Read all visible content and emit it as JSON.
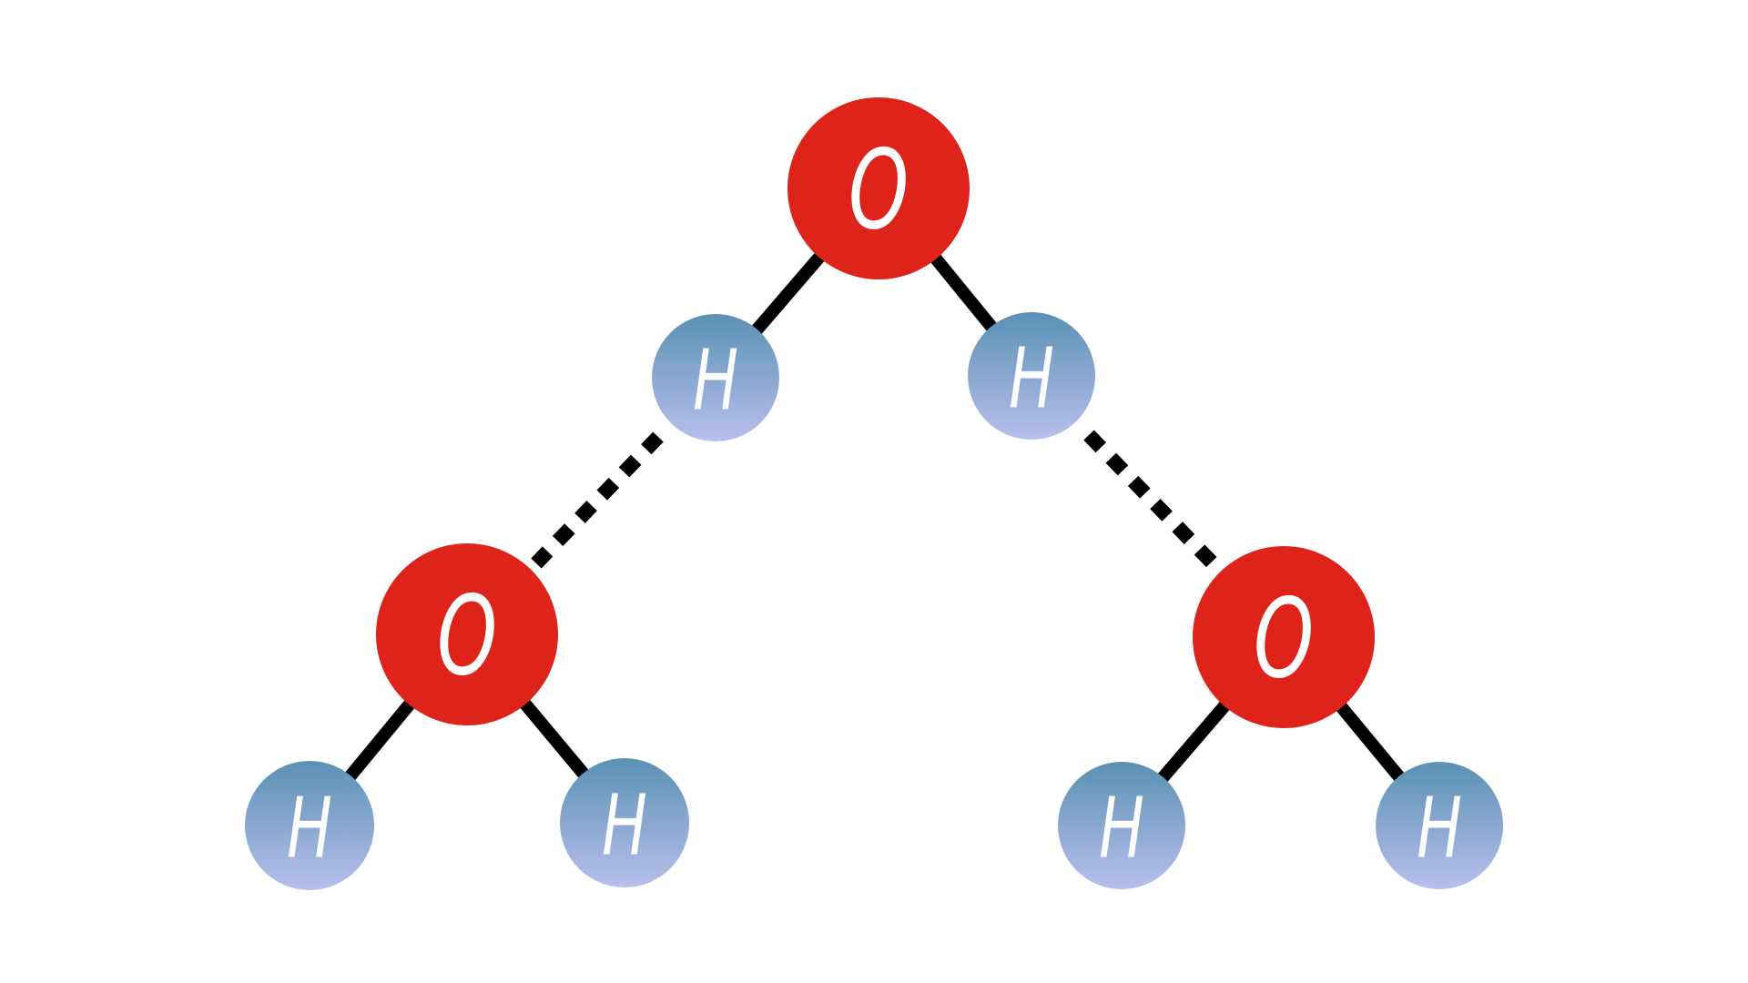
{
  "page": {
    "background_color": "#ffffff"
  },
  "diagram": {
    "type": "molecular-structure",
    "description": "Three water molecules (H2O) connected by two hydrogen bonds",
    "bond_color": "#000000",
    "atom_label_color": "#ffffff",
    "covalent_bond_count": 6,
    "hydrogen_bond_count": 2,
    "oxygen": {
      "symbol": "O",
      "fill_color": "#de231b"
    },
    "hydrogen": {
      "symbol": "H",
      "gradient_top_color": "#5a91b4",
      "gradient_bottom_color": "#b8bfec"
    },
    "molecules": [
      {
        "name": "top water molecule",
        "atoms": [
          "O",
          "H",
          "H"
        ]
      },
      {
        "name": "bottom-left water molecule",
        "atoms": [
          "O",
          "H",
          "H"
        ]
      },
      {
        "name": "bottom-right water molecule",
        "atoms": [
          "O",
          "H",
          "H"
        ]
      }
    ]
  }
}
